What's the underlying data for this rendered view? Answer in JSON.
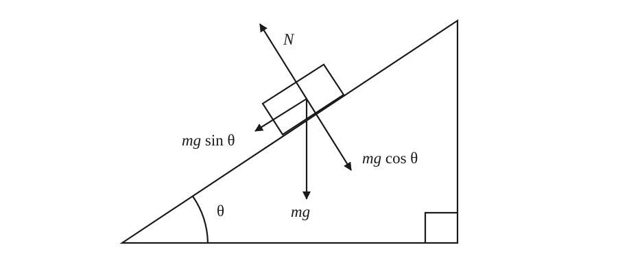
{
  "diagram": {
    "theta_symbol": "θ",
    "forces": {
      "normal": {
        "symbol": "N"
      },
      "weight": {
        "symbol": "mg"
      },
      "parallel": {
        "symbol": "mg",
        "suffix": " sin θ"
      },
      "perpendicular": {
        "symbol": "mg",
        "suffix": " cos θ"
      }
    },
    "colors": {
      "stroke": "#1a1a1a",
      "background": "#ffffff"
    }
  }
}
